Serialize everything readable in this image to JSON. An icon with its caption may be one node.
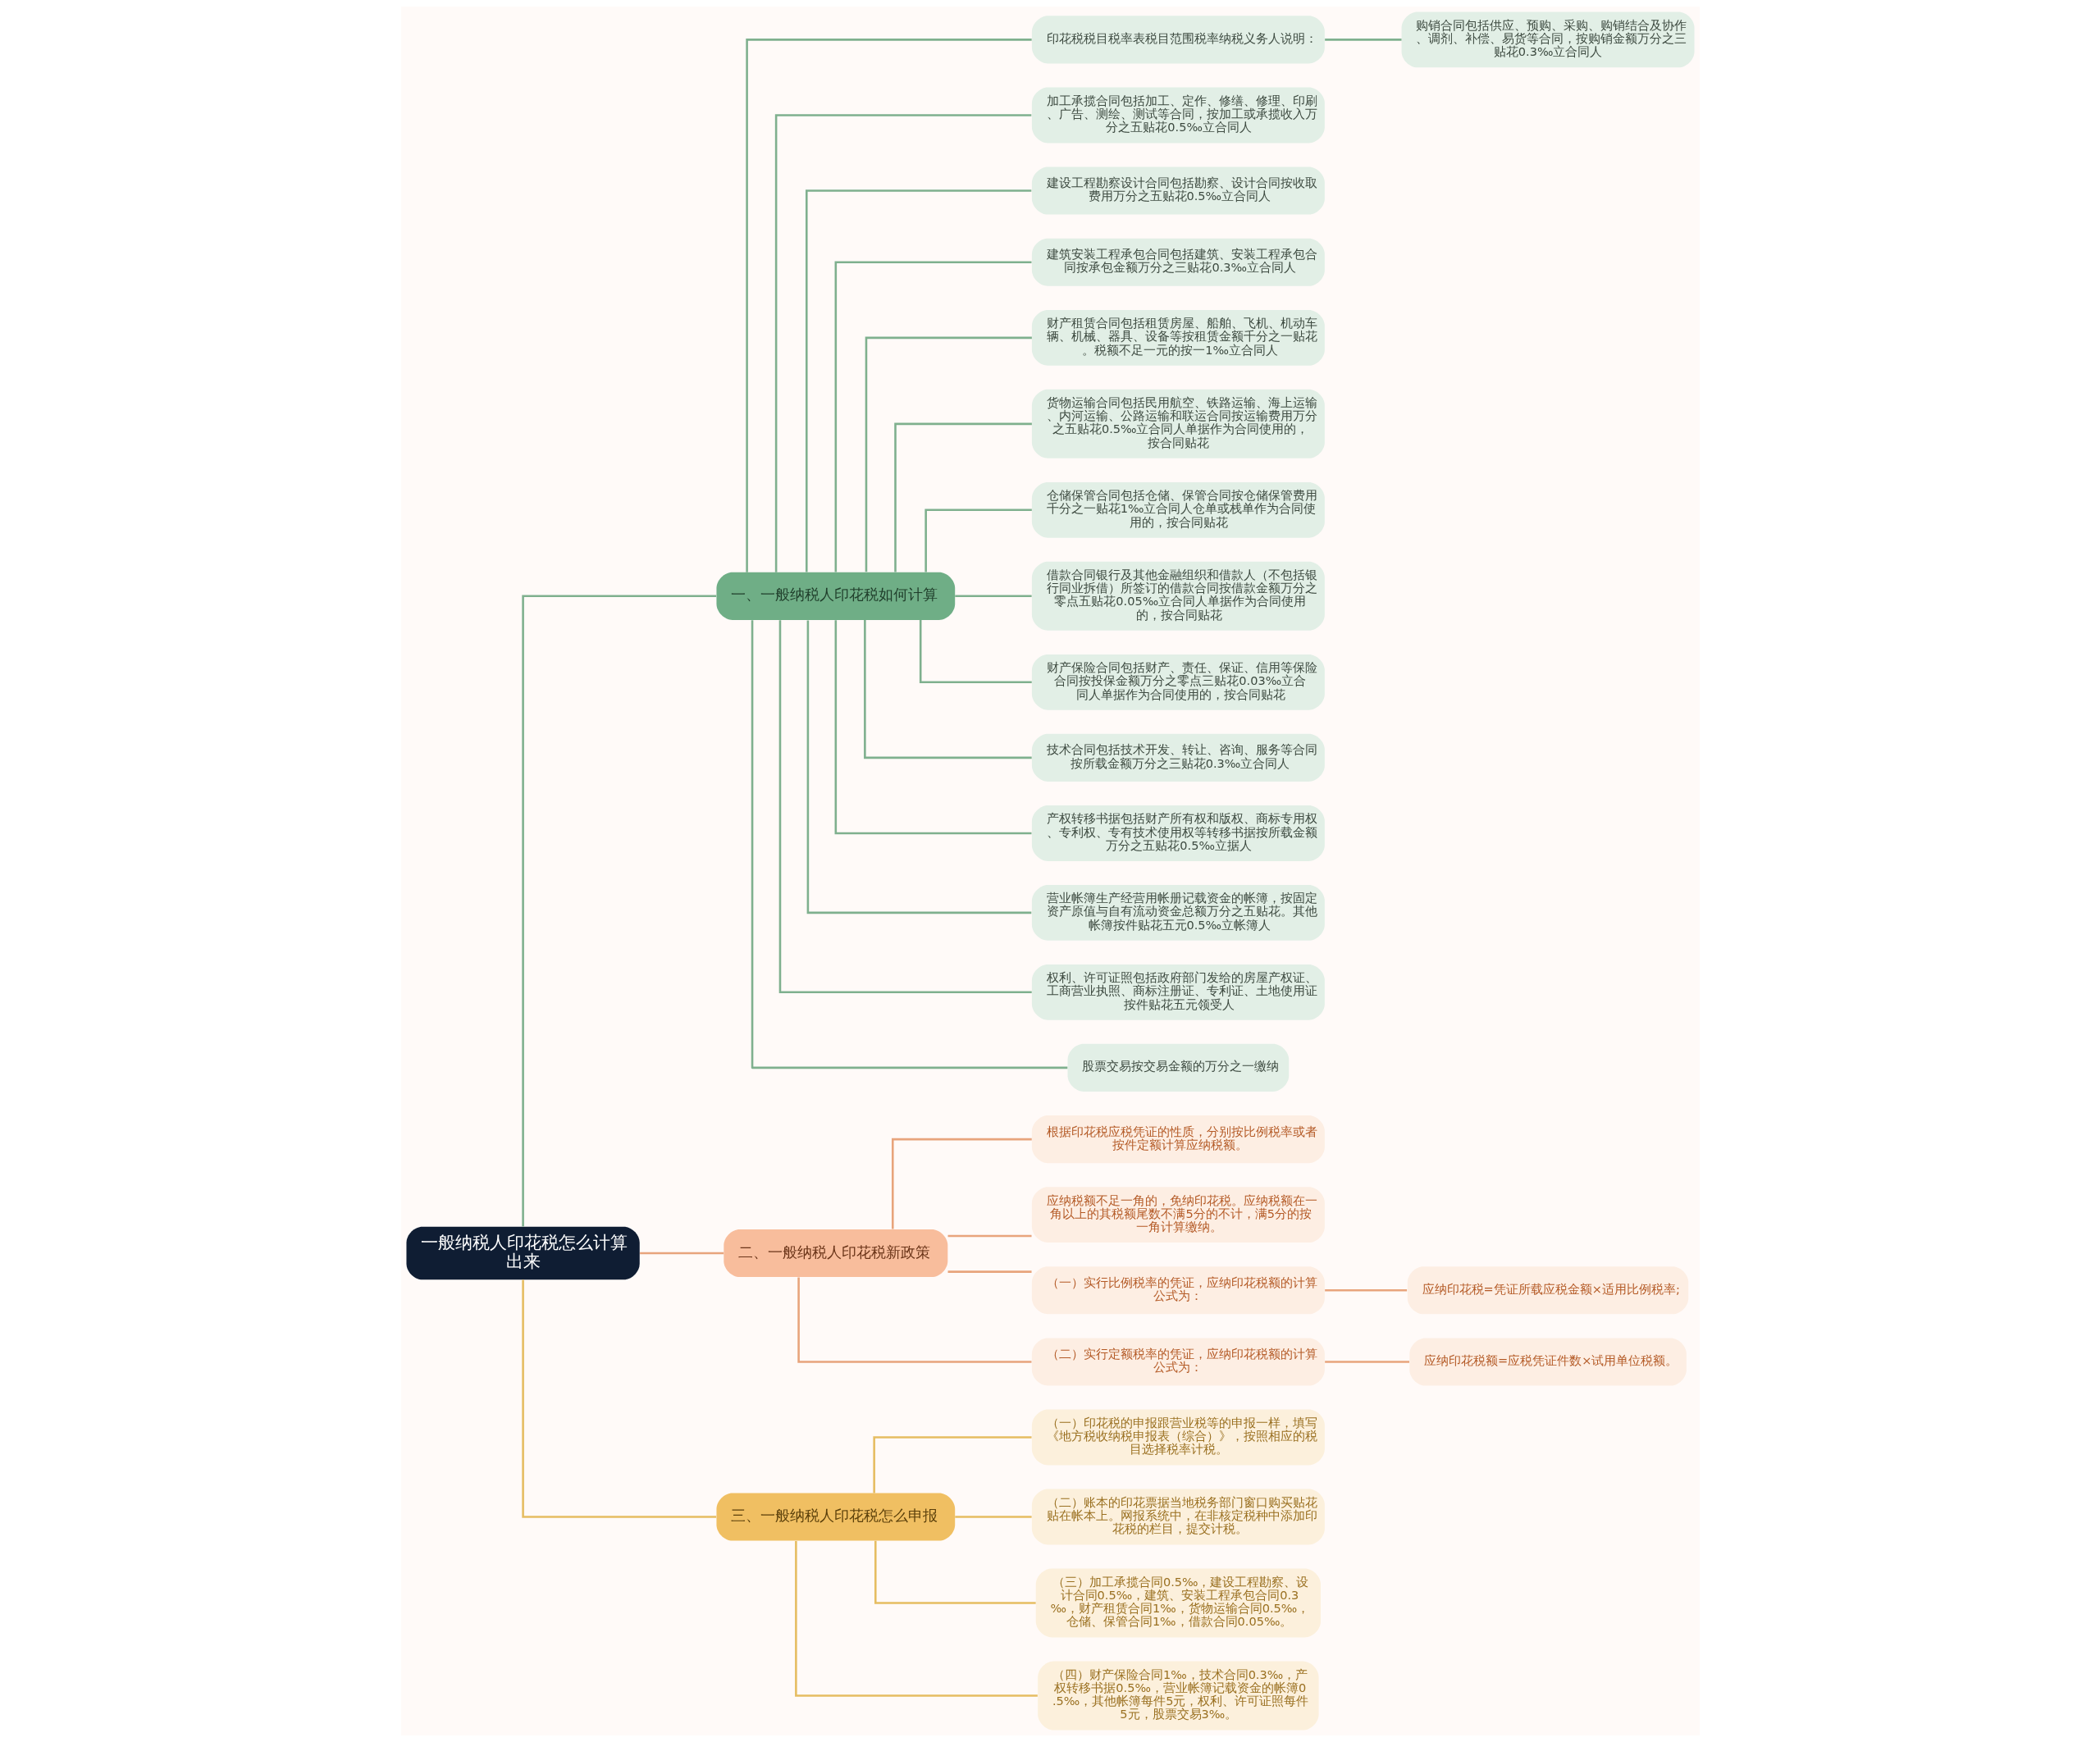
{
  "diagram": {
    "nodes": [
      {
        "text": [
          "一般纳税人印花税怎么计算出来"
        ]
      },
      {
        "text": [
          "一、一般纳税人印花税如何计算"
        ]
      },
      {
        "text": [
          "印花税税目税率表税目范围税率纳税义务人说明："
        ]
      },
      {
        "text": [
          "购销合同包括供应、预购、采购、购销结合及协作、调剂、补偿、易货等合同，按购销金额万分之三贴花0.3‰立合同人"
        ]
      },
      {
        "text": [
          "加工承揽合同包括加工、定作、修缮、修理、印刷、广告、测绘、测试等合同，按加工或承揽收入万分之五贴花0.5‰立合同人"
        ]
      },
      {
        "text": [
          "建设工程勘察设计合同包括勘察、设计合同按收取费用万分之五贴花0.5‰立合同人"
        ]
      },
      {
        "text": [
          "建筑安装工程承包合同包括建筑、安装工程承包合同按承包金额万分之三贴花0.3‰立合同人"
        ]
      },
      {
        "text": [
          "财产租赁合同包括租赁房屋、船舶、飞机、机动车辆、机械、器具、设备等按租赁金额千分之一贴花。税额不足一元的按一1‰立合同人"
        ]
      },
      {
        "text": [
          "货物运输合同包括民用航空、铁路运输、海上运输、内河运输、公路运输和联运合同按运输费用万分之五贴花0.5‰立合同人单据作为合同使用的，按合同贴花"
        ]
      },
      {
        "text": [
          "仓储保管合同包括仓储、保管合同按仓储保管费用千分之一贴花1‰立合同人仓单或栈单作为合同使用的，按合同贴花"
        ]
      },
      {
        "text": [
          "借款合同银行及其他金融组织和借款人（不包括银行同业拆借）所签订的借款合同按借款金额万分之零点五贴花0.05‰立合同人单据作为合同使用的，按合同贴花"
        ]
      },
      {
        "text": [
          "财产保险合同包括财产、责任、保证、信用等保险合同按投保金额万分之零点三贴花0.03‰立合同人单据作为合同使用的，按合同贴花"
        ]
      },
      {
        "text": [
          "技术合同包括技术开发、转让、咨询、服务等合同按所载金额万分之三贴花0.3‰立合同人"
        ]
      },
      {
        "text": [
          "产权转移书据包括财产所有权和版权、商标专用权、专利权、专有技术使用权等转移书据按所载金额万分之五贴花0.5‰立据人"
        ]
      },
      {
        "text": [
          "营业帐簿生产经营用帐册记载资金的帐簿，按固定资产原值与自有流动资金总额万分之五贴花。其他帐簿按件贴花五元0.5‰立帐簿人"
        ]
      },
      {
        "text": [
          "权利、许可证照包括政府部门发给的房屋产权证、工商营业执照、商标注册证、专利证、土地使用证按件贴花五元领受人"
        ]
      },
      {
        "text": [
          "股票交易按交易金额的万分之一缴纳"
        ]
      },
      {
        "text": [
          "二、一般纳税人印花税新政策"
        ]
      },
      {
        "text": [
          "根据印花税应税凭证的性质，分别按比例税率或者按件定额计算应纳税额。"
        ]
      },
      {
        "text": [
          "应纳税额不足一角的，免纳印花税。应纳税额在一角以上的其税额尾数不满5分的不计，满5分的按一角计算缴纳。"
        ]
      },
      {
        "text": [
          "（一）实行比例税率的凭证，应纳印花税额的计算公式为："
        ]
      },
      {
        "text": [
          "应纳印花税=凭证所载应税金额×适用比例税率;"
        ]
      },
      {
        "text": [
          "（二）实行定额税率的凭证，应纳印花税额的计算公式为："
        ]
      },
      {
        "text": [
          "应纳印花税额=应税凭证件数×试用单位税额。"
        ]
      },
      {
        "text": [
          "三、一般纳税人印花税怎么申报"
        ]
      },
      {
        "text": [
          "（一）印花税的申报跟营业税等的申报一样，填写《地方税收纳税申报表（综合）》，按照相应的税目选择税率计税。"
        ]
      },
      {
        "text": [
          "（二）账本的印花票据当地税务部门窗口购买贴花贴在帐本上。网报系统中，在非核定税种中添加印花税的栏目，提交计税。"
        ]
      },
      {
        "text": [
          "（三）加工承揽合同0.5‰，建设工程勘察、设计合同0.5‰，建筑、安装工程承包合同0.3‰，财产租赁合同1‰，货物运输合同0.5‰，仓储、保管合同1‰，借款合同0.05‰。"
        ]
      },
      {
        "text": [
          "（四）财产保险合同1‰，技术合同0.3‰，产权转移书据0.5‰，营业帐簿记载资金的帐簿0.5‰，其他帐簿每件5元，权利、许可证照每件5元，股票交易3‰。"
        ]
      }
    ],
    "edges": [
      {
        "from": 0,
        "to": 1,
        "arrow": "none"
      },
      {
        "from": 1,
        "to": 2,
        "arrow": "none"
      },
      {
        "from": 2,
        "to": 3,
        "arrow": "none"
      },
      {
        "from": 1,
        "to": 4,
        "arrow": "none"
      },
      {
        "from": 1,
        "to": 5,
        "arrow": "none"
      },
      {
        "from": 1,
        "to": 6,
        "arrow": "none"
      },
      {
        "from": 1,
        "to": 7,
        "arrow": "none"
      },
      {
        "from": 1,
        "to": 8,
        "arrow": "none"
      },
      {
        "from": 1,
        "to": 9,
        "arrow": "none"
      },
      {
        "from": 1,
        "to": 10,
        "arrow": "none"
      },
      {
        "from": 1,
        "to": 11,
        "arrow": "none"
      },
      {
        "from": 1,
        "to": 12,
        "arrow": "none"
      },
      {
        "from": 1,
        "to": 13,
        "arrow": "none"
      },
      {
        "from": 1,
        "to": 14,
        "arrow": "none"
      },
      {
        "from": 1,
        "to": 15,
        "arrow": "none"
      },
      {
        "from": 1,
        "to": 16,
        "arrow": "none"
      },
      {
        "from": 0,
        "to": 17,
        "arrow": "none",
        "color": "#e8a47c"
      },
      {
        "from": 17,
        "to": 18,
        "arrow": "none",
        "color": "#e8a47c"
      },
      {
        "from": 17,
        "to": 19,
        "arrow": "none",
        "color": "#e8a47c"
      },
      {
        "from": 17,
        "to": 20,
        "arrow": "none",
        "color": "#e8a47c"
      },
      {
        "from": 20,
        "to": 21,
        "arrow": "none",
        "color": "#e8a47c"
      },
      {
        "from": 17,
        "to": 22,
        "arrow": "none",
        "color": "#e8a47c"
      },
      {
        "from": 22,
        "to": 23,
        "arrow": "none",
        "color": "#e8a47c"
      },
      {
        "from": 0,
        "to": 24,
        "arrow": "none",
        "color": "#e6bd62"
      },
      {
        "from": 24,
        "to": 25,
        "arrow": "none",
        "color": "#e6bd62"
      },
      {
        "from": 24,
        "to": 26,
        "arrow": "none",
        "color": "#e6bd62"
      },
      {
        "from": 24,
        "to": 27,
        "arrow": "none",
        "color": "#e6bd62"
      },
      {
        "from": 24,
        "to": 28,
        "arrow": "none",
        "color": "#e6bd62"
      }
    ]
  }
}
